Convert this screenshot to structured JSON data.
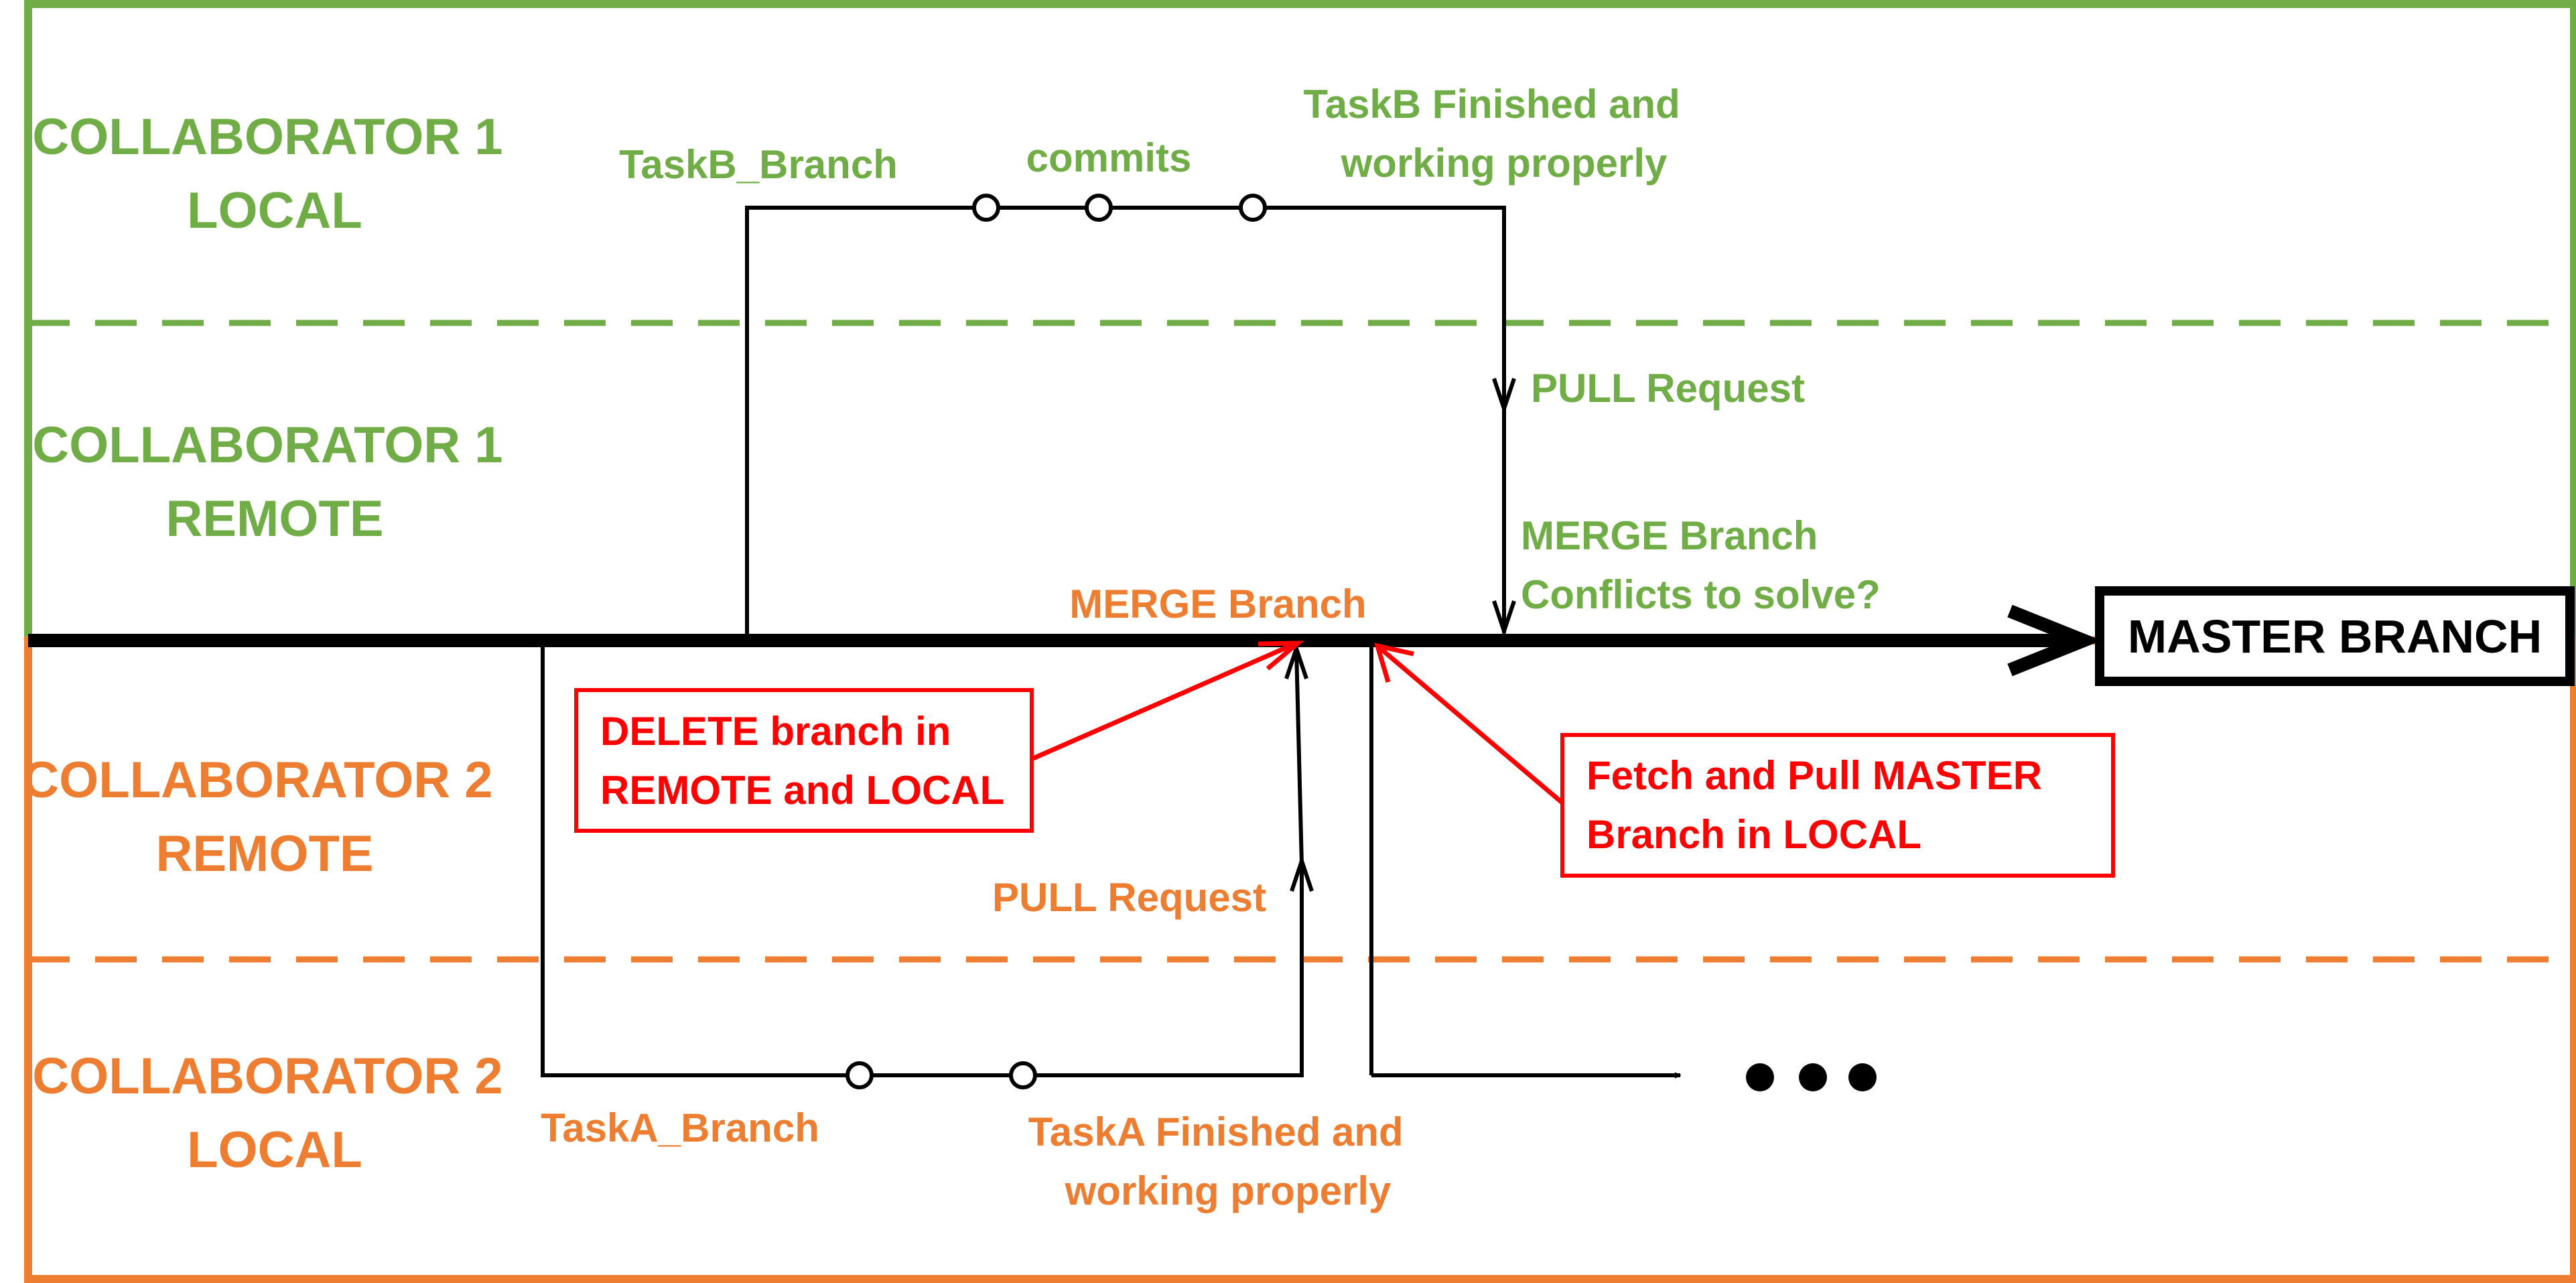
{
  "colors": {
    "green": "#70ad47",
    "orange": "#ed7d31",
    "red": "#ff0000",
    "black": "#000000"
  },
  "lanes": {
    "collab1_local": [
      "COLLABORATOR 1",
      "LOCAL"
    ],
    "collab1_remote": [
      "COLLABORATOR 1",
      "REMOTE"
    ],
    "collab2_remote": [
      "COLLABORATOR 2",
      "REMOTE"
    ],
    "collab2_local": [
      "COLLABORATOR 2",
      "LOCAL"
    ]
  },
  "master_label": "MASTER BRANCH",
  "taskb": {
    "branch": "TaskB_Branch",
    "commits": "commits",
    "finished": [
      "TaskB Finished and",
      "working properly"
    ],
    "pull": "PULL Request",
    "merge": [
      "MERGE Branch",
      "Conflicts to solve?"
    ]
  },
  "taska": {
    "branch": "TaskA_Branch",
    "finished": [
      "TaskA Finished and",
      "working properly"
    ],
    "pull": "PULL Request",
    "merge": "MERGE Branch"
  },
  "callouts": {
    "delete": [
      "DELETE branch in",
      "REMOTE and LOCAL"
    ],
    "fetch": [
      "Fetch and Pull MASTER",
      "Branch in LOCAL"
    ]
  },
  "continuation": "..."
}
